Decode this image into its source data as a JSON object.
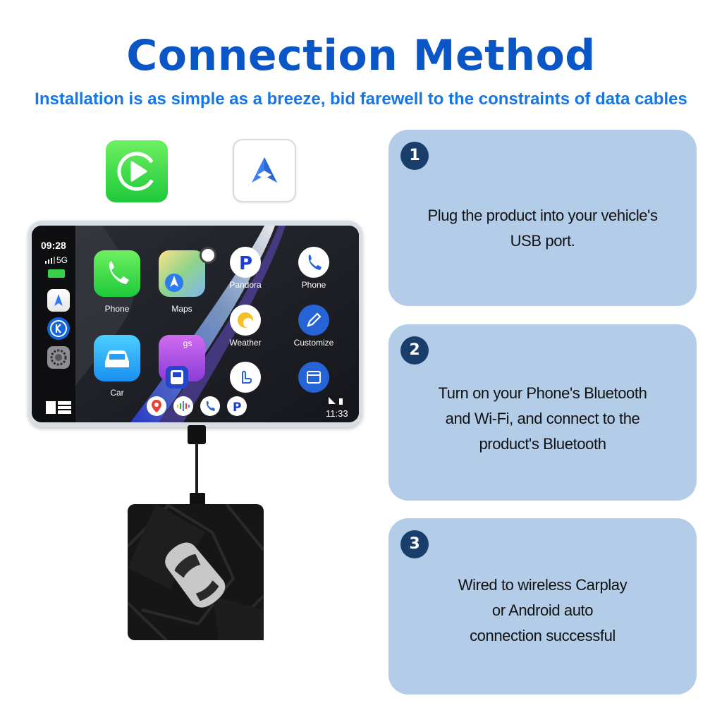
{
  "header": {
    "title": "Connection Method",
    "subtitle": "Installation is as simple as a breeze, bid farewell to the constraints of data cables"
  },
  "logos": {
    "carplay": "carplay-icon",
    "android_auto": "android-auto-icon"
  },
  "screen": {
    "status_time": "09:28",
    "network": "5G",
    "bottom_time": "11:33",
    "apps": [
      {
        "label": "Phone",
        "icon": "phone-icon"
      },
      {
        "label": "Maps",
        "icon": "maps-icon"
      },
      {
        "label": "Pandora",
        "icon": "pandora-icon"
      },
      {
        "label": "Phone",
        "icon": "phone-icon"
      },
      {
        "label": "Weather",
        "icon": "weather-icon"
      },
      {
        "label": "Customize",
        "icon": "pencil-icon"
      },
      {
        "label": "Car",
        "icon": "car-icon"
      },
      {
        "label": "gs",
        "icon": "settings-icon"
      }
    ]
  },
  "steps": [
    {
      "number": "1",
      "line1": "Plug the product into your vehicle's",
      "line2": "USB port.",
      "line3": ""
    },
    {
      "number": "2",
      "line1": "Turn on your Phone's Bluetooth",
      "line2": "and Wi-Fi, and connect to the",
      "line3": "product's Bluetooth"
    },
    {
      "number": "3",
      "line1": "Wired to wireless Carplay",
      "line2": "or Android auto",
      "line3": "connection successful"
    }
  ],
  "colors": {
    "title": "#0a56c6",
    "subtitle": "#1476e8",
    "card": "#b3cde8",
    "step_badge": "#1a3e6b"
  }
}
